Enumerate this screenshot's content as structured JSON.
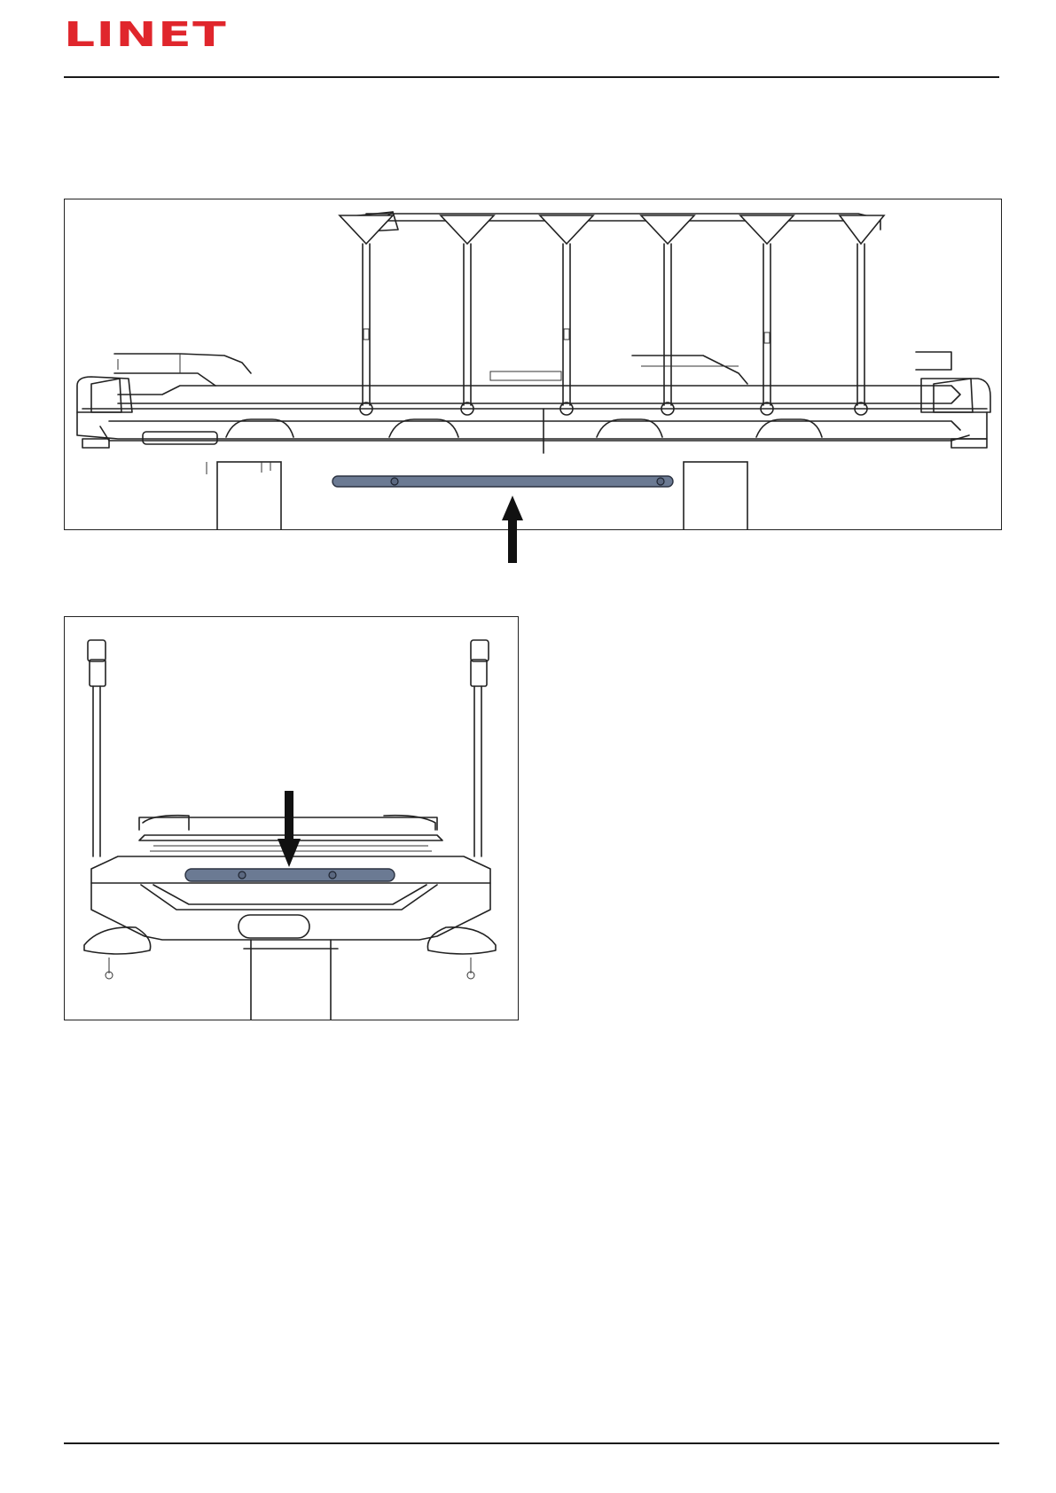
{
  "header": {
    "logo_text": "LINET",
    "brand_color": "#e0262c"
  },
  "figures": [
    {
      "id": "side-view",
      "icon": "bed-side-view-drawing",
      "highlight_color": "#6b7a93",
      "arrow": "up"
    },
    {
      "id": "end-view",
      "icon": "bed-end-view-drawing",
      "highlight_color": "#6b7a93",
      "arrow": "down"
    }
  ]
}
